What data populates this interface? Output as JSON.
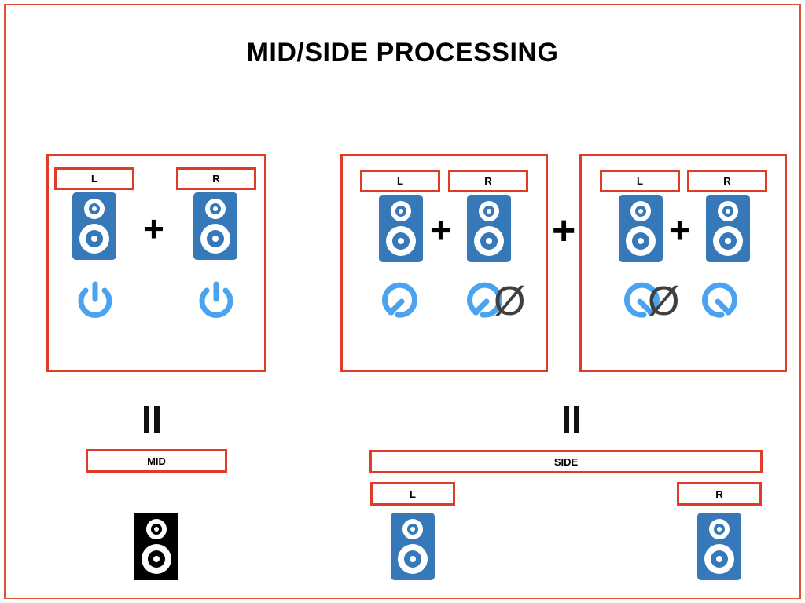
{
  "page": {
    "title": "MID/SIDE PROCESSING",
    "border_color": "#e0513c",
    "background": "#ffffff"
  },
  "colors": {
    "red_outline": "#de3c27",
    "speaker_blue": "#3778b8",
    "icon_blue": "#4aa3f0",
    "phase_gray": "#3f3f3f",
    "black": "#000000"
  },
  "groups": [
    {
      "id": "mid-group",
      "channels": [
        {
          "label": "L",
          "speaker": "speaker-icon",
          "control": "power-icon",
          "phase_invert": false
        },
        {
          "label": "R",
          "speaker": "speaker-icon",
          "control": "power-icon",
          "phase_invert": false
        }
      ],
      "operator": "+"
    },
    {
      "id": "side-group-1",
      "channels": [
        {
          "label": "L",
          "speaker": "speaker-icon",
          "control": "knob-left-icon",
          "phase_invert": false
        },
        {
          "label": "R",
          "speaker": "speaker-icon",
          "control": "knob-left-icon",
          "phase_invert": true
        }
      ],
      "operator": "+"
    },
    {
      "id": "side-group-2",
      "channels": [
        {
          "label": "L",
          "speaker": "speaker-icon",
          "control": "knob-right-icon",
          "phase_invert": true
        },
        {
          "label": "R",
          "speaker": "speaker-icon",
          "control": "knob-right-icon",
          "phase_invert": false
        }
      ],
      "operator": "+"
    }
  ],
  "operators": {
    "between_groups": "+",
    "equals": "="
  },
  "results": {
    "mid": {
      "label": "MID",
      "speaker_style": "black",
      "speaker": "speaker-icon"
    },
    "side": {
      "label": "SIDE",
      "channels": [
        {
          "label": "L",
          "speaker": "speaker-icon",
          "speaker_style": "blue"
        },
        {
          "label": "R",
          "speaker": "speaker-icon",
          "speaker_style": "blue"
        }
      ]
    }
  },
  "symbols": {
    "phase_invert": "Ø"
  }
}
